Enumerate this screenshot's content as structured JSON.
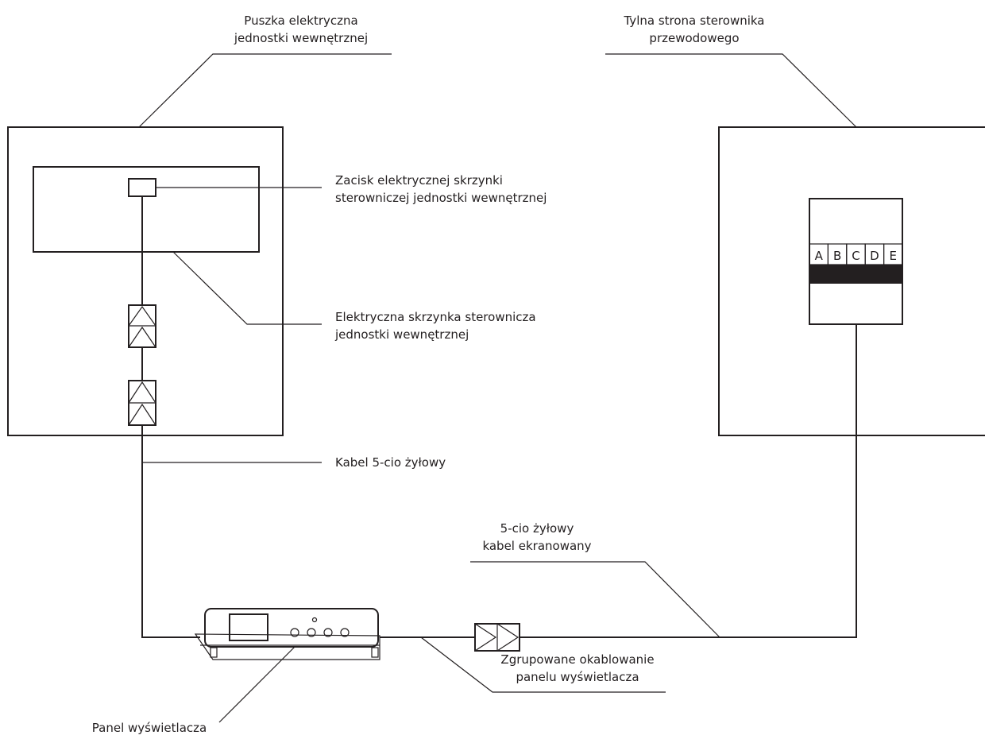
{
  "labels": {
    "indoor_box_line1": "Puszka elektryczna",
    "indoor_box_line2": "jednostki wewnętrznej",
    "controller_back_line1": "Tylna strona sterownika",
    "controller_back_line2": "przewodowego",
    "terminal_line1": "Zacisk elektrycznej skrzynki",
    "terminal_line2": "sterowniczej jednostki wewnętrznej",
    "control_box_line1": "Elektryczna skrzynka sterownicza",
    "control_box_line2": "jednostki wewnętrznej",
    "cable5": "Kabel 5-cio żyłowy",
    "shielded_line1": "5-cio żyłowy",
    "shielded_line2": "kabel ekranowany",
    "grouped_line1": "Zgrupowane okablowanie",
    "grouped_line2": "panelu wyświetlacza",
    "display_panel": "Panel wyświetlacza"
  },
  "terminal_block": [
    "A",
    "B",
    "C",
    "D",
    "E"
  ],
  "colors": {
    "line": "#231f20",
    "terminal_bar": "#231f20",
    "background": "#ffffff"
  }
}
